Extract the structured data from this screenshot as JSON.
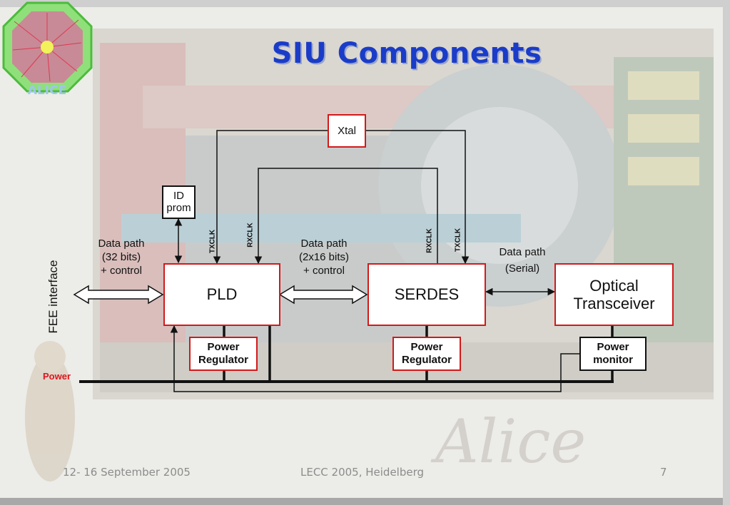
{
  "logo": {
    "text": "ALICE"
  },
  "title": "SIU Components",
  "blocks": {
    "xtal": "Xtal",
    "id_prom": [
      "ID",
      "prom"
    ],
    "pld": "PLD",
    "serdes": "SERDES",
    "optical": [
      "Optical",
      "Transceiver"
    ],
    "pwr_reg_1": [
      "Power",
      "Regulator"
    ],
    "pwr_reg_2": [
      "Power",
      "Regulator"
    ],
    "pwr_monitor": [
      "Power",
      "monitor"
    ]
  },
  "labels": {
    "fee_interface": "FEE interface",
    "data_path_1": [
      "Data path",
      "(32 bits)",
      "+ control"
    ],
    "data_path_2": [
      "Data path",
      "(2x16 bits)",
      "+ control"
    ],
    "data_path_3": [
      "Data path",
      "(Serial)"
    ],
    "txclk_pld": "TXCLK",
    "rxclk_pld": "RXCLK",
    "rxclk_serdes": "RXCLK",
    "txclk_serdes": "TXCLK",
    "power": "Power"
  },
  "watermark": "Alice",
  "footer": {
    "date": "12- 16 September 2005",
    "venue": "LECC 2005, Heidelberg",
    "page": "7"
  },
  "colors": {
    "title": "#1a3cc8",
    "box_border_red": "#d11a1a",
    "power_label": "#e0141e"
  }
}
